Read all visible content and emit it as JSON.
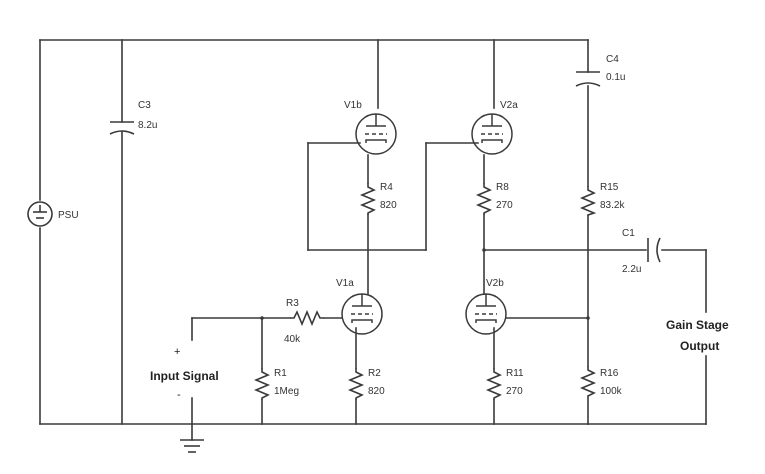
{
  "labels": {
    "psu": "PSU",
    "c3_name": "C3",
    "c3_value": "8.2u",
    "c4_name": "C4",
    "c4_value": "0.1u",
    "c1_name": "C1",
    "c1_value": "2.2u",
    "v1b": "V1b",
    "v2a": "V2a",
    "v1a": "V1a",
    "v2b": "V2b",
    "r4_name": "R4",
    "r4_value": "820",
    "r8_name": "R8",
    "r8_value": "270",
    "r15_name": "R15",
    "r15_value": "83.2k",
    "r3_name": "R3",
    "r3_value": "40k",
    "r1_name": "R1",
    "r1_value": "1Meg",
    "r2_name": "R2",
    "r2_value": "820",
    "r11_name": "R11",
    "r11_value": "270",
    "r16_name": "R16",
    "r16_value": "100k",
    "input_signal": "Input Signal",
    "input_plus": "+",
    "input_minus": "-",
    "gain_stage_1": "Gain Stage",
    "gain_stage_2": "Output"
  },
  "colors": {
    "wire": "#3a3a3a",
    "text": "#333333"
  }
}
